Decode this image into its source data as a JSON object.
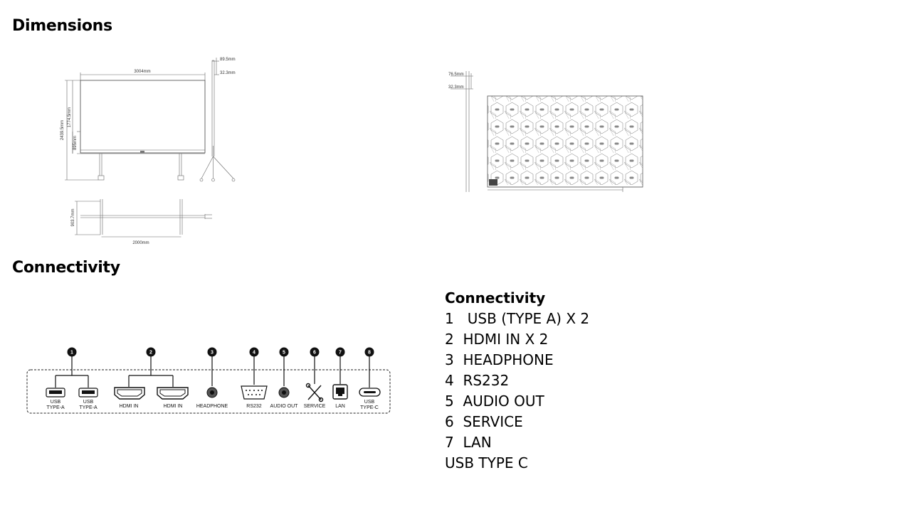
{
  "sections": {
    "dimensions_heading": "Dimensions",
    "connectivity_heading": "Connectivity"
  },
  "front_drawing": {
    "width": "3004mm",
    "height_total": "2439.5mm",
    "height_screen": "1774.5mm",
    "ground_clearance": "895mm",
    "depth_stand": "89.5mm",
    "depth_panel": "32.3mm",
    "depth_base": "903.7mm",
    "wheel_span": "2000mm"
  },
  "back_drawing": {
    "depth_top": "76.5mm",
    "depth_panel": "32.3mm"
  },
  "ports": [
    {
      "number": "1",
      "labels": [
        "USB",
        "TYPE-A"
      ]
    },
    {
      "number": "",
      "labels": [
        "USB",
        "TYPE-A"
      ]
    },
    {
      "number": "2",
      "labels": [
        "HDMI IN"
      ]
    },
    {
      "number": "",
      "labels": [
        "HDMI IN"
      ]
    },
    {
      "number": "3",
      "labels": [
        "HEADPHONE"
      ]
    },
    {
      "number": "4",
      "labels": [
        "RS232"
      ]
    },
    {
      "number": "5",
      "labels": [
        "AUDIO OUT"
      ]
    },
    {
      "number": "6",
      "labels": [
        "SERVICE"
      ]
    },
    {
      "number": "7",
      "labels": [
        "LAN"
      ]
    },
    {
      "number": "8",
      "labels": [
        "USB",
        "TYPE-C"
      ]
    }
  ],
  "connectivity_list": {
    "title": "Connectivity",
    "items": [
      "1   USB (TYPE A) X 2",
      "2  HDMI IN X 2",
      "3  HEADPHONE",
      "4  RS232",
      "5  AUDIO OUT",
      "6  SERVICE",
      "7  LAN",
      "USB TYPE C"
    ]
  }
}
